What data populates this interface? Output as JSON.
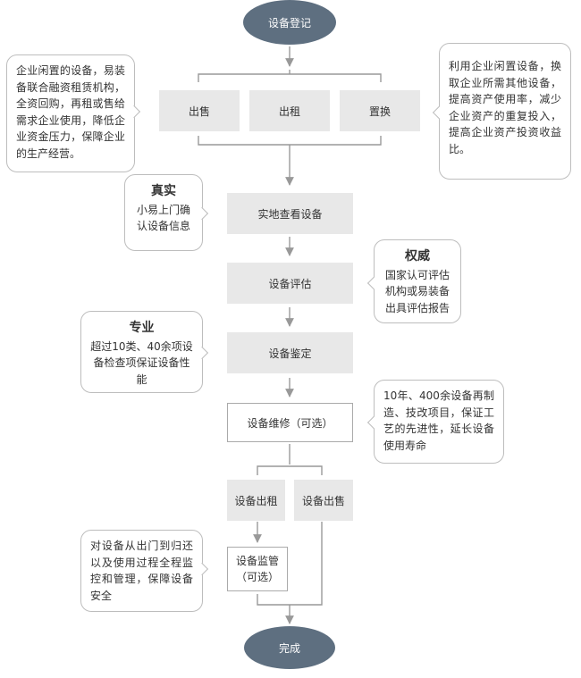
{
  "flow": {
    "start": "设备登记",
    "options": {
      "sell": "出售",
      "rent": "出租",
      "exchange": "置换"
    },
    "inspect": "实地查看设备",
    "evaluate": "设备评估",
    "appraise": "设备鉴定",
    "repair": "设备维修（可选）",
    "rent_out": "设备出租",
    "sell_out": "设备出售",
    "supervise": "设备监管\n（可选）",
    "end": "完成"
  },
  "notes": {
    "sell_note": "企业闲置的设备，易装备联合融资租赁机构，全资回购，再租或售给需求企业使用，降低企业资金压力，保障企业的生产经营。",
    "exchange_note": "利用企业闲置设备，换取企业所需其他设备，提高资产使用率，减少企业资产的重复投入，提高企业资产投资收益比。",
    "real": {
      "title": "真实",
      "text": "小易上门确认设备信息"
    },
    "authority": {
      "title": "权威",
      "text": "国家认可评估机构或易装备出具评估报告"
    },
    "professional": {
      "title": "专业",
      "text": "超过10类、40余项设备检查项保证设备性能"
    },
    "repair_note": "10年、400余设备再制造、技改项目，保证工艺的先进性，延长设备使用寿命",
    "supervise_note": "对设备从出门到归还以及使用过程全程监控和管理，保障设备安全"
  },
  "colors": {
    "oval": "#5e6f80",
    "box": "#e8e8e8",
    "line": "#999999"
  }
}
